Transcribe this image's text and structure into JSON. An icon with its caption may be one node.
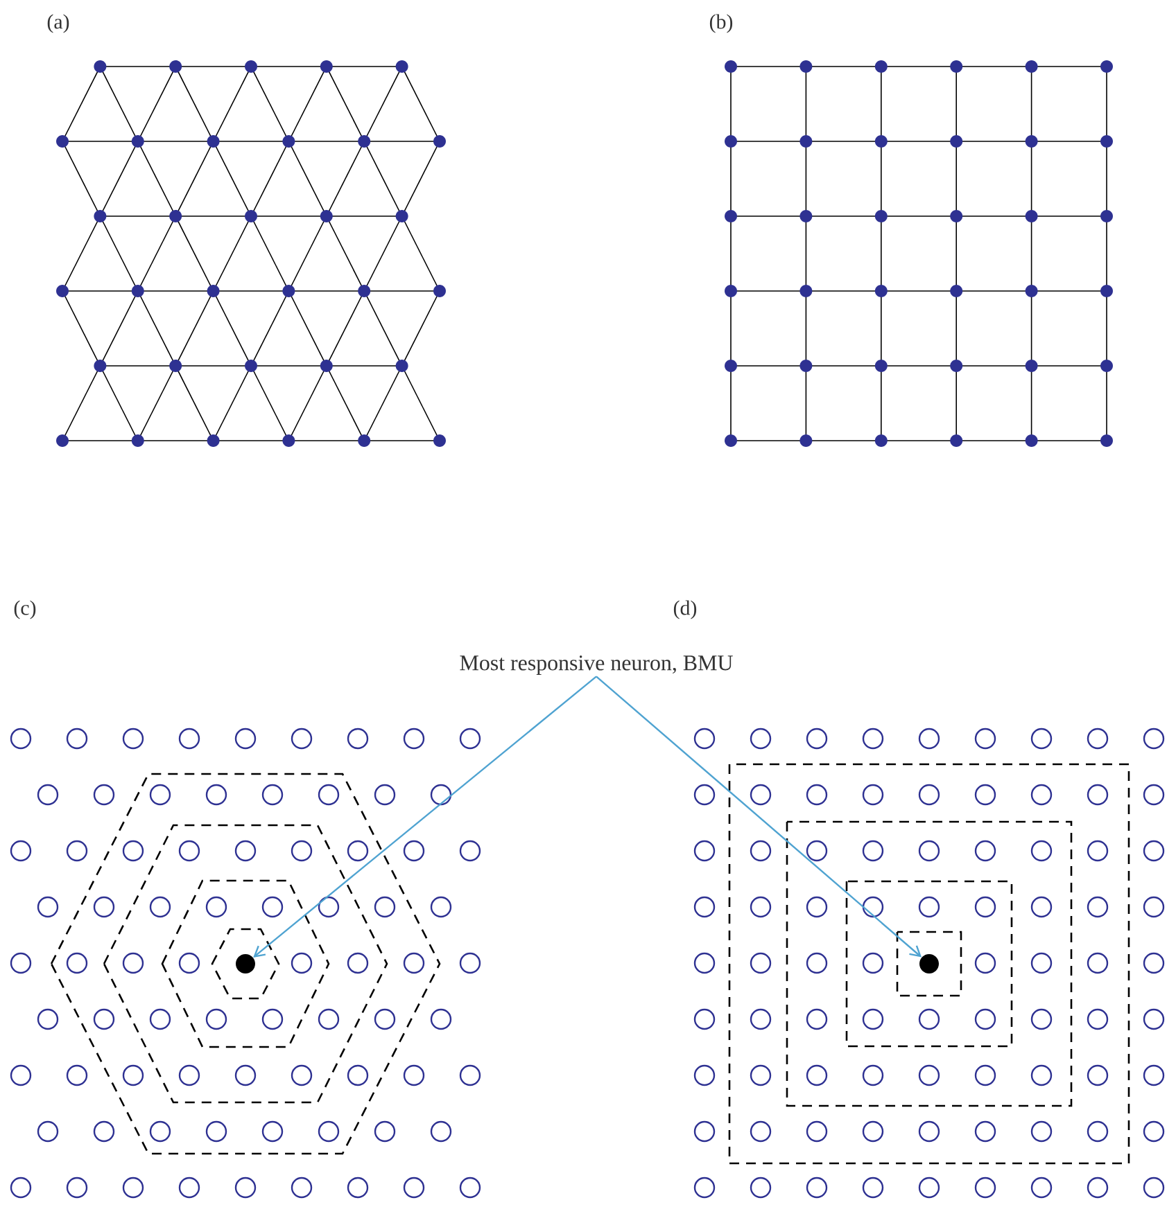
{
  "diagram": {
    "nodes": [
      {
        "text": [
          "Most responsive neuron, BMU"
        ]
      },
      {
        "text": [],
        "shape": "circle"
      },
      {
        "text": [],
        "shape": "circle"
      }
    ],
    "edges": [
      {
        "from": 0,
        "to": 1,
        "arrow": "to"
      },
      {
        "from": 0,
        "to": 2,
        "arrow": "to"
      }
    ],
    "labels": [
      "(a)",
      "(b)",
      "(c)",
      "(d)"
    ]
  }
}
